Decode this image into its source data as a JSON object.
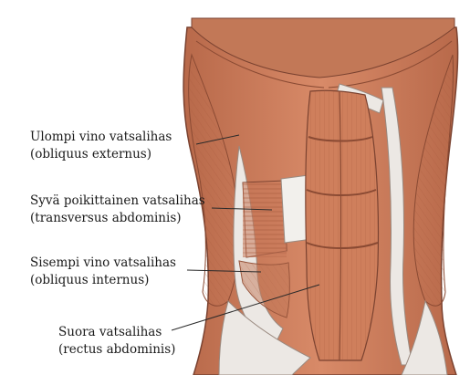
{
  "labels": {
    "obliquus_externus": {
      "line1": "Ulompi vino vatsalihas",
      "line2": "(obliquus externus)"
    },
    "transversus_abdominis": {
      "line1": "Syvä poikittainen vatsalihas",
      "line2": "(transversus abdominis)"
    },
    "obliquus_internus": {
      "line1": "Sisempi vino vatsalihas",
      "line2": "(obliquus internus)"
    },
    "rectus_abdominis": {
      "line1": "Suora vatsalihas",
      "line2": "(rectus abdominis)"
    }
  },
  "colors": {
    "muscle": "#c9795a",
    "muscle_dark": "#a85a3e",
    "muscle_light": "#dc9673",
    "fascia": "#eae6e2",
    "outline": "#6a3a28",
    "leader": "#2a2a2a",
    "background": "#ffffff"
  }
}
